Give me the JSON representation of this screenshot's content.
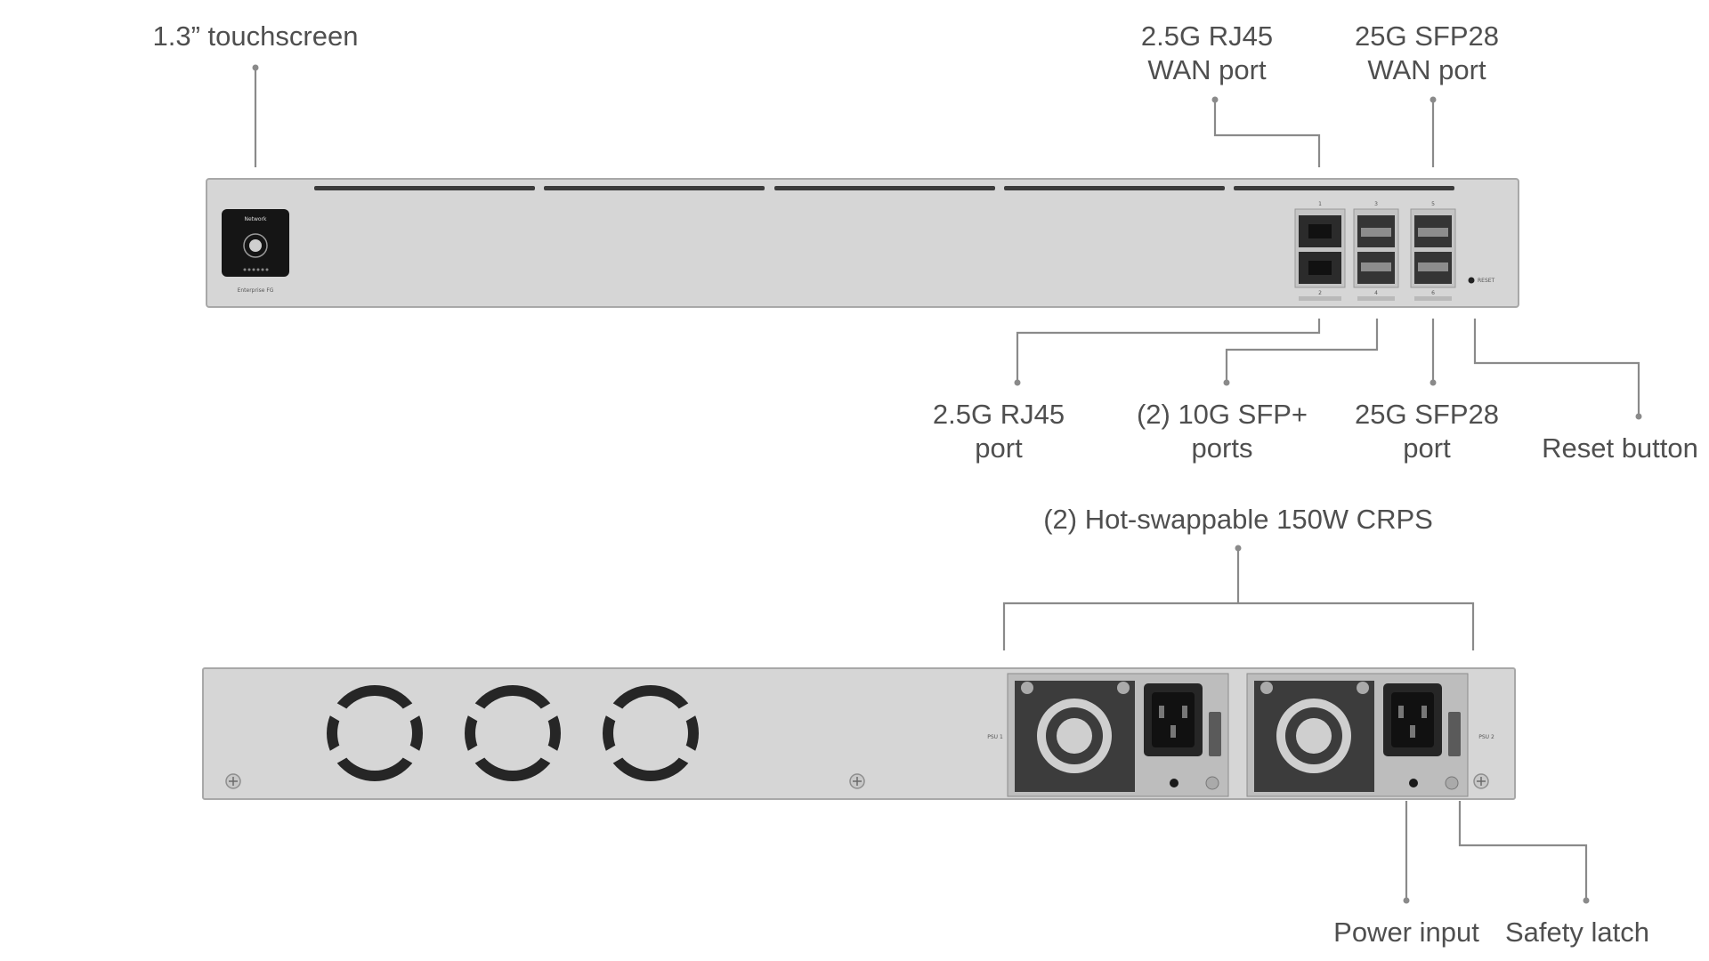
{
  "callouts": {
    "touchscreen": "1.3” touchscreen",
    "rj45_wan_line1": "2.5G RJ45",
    "rj45_wan_line2": "WAN port",
    "sfp28_wan_line1": "25G SFP28",
    "sfp28_wan_line2": "WAN port",
    "rj45_port_line1": "2.5G RJ45",
    "rj45_port_line2": "port",
    "sfp_plus_line1": "(2) 10G SFP+",
    "sfp_plus_line2": "ports",
    "sfp28_port_line1": "25G SFP28",
    "sfp28_port_line2": "port",
    "reset_button": "Reset button",
    "crps": "(2) Hot-swappable 150W CRPS",
    "power_input": "Power input",
    "safety_latch": "Safety latch"
  },
  "front_panel": {
    "screen_title": "Network",
    "brand_label": "Enterprise FG",
    "reset_label": "RESET",
    "port_numbers": [
      "1",
      "2",
      "3",
      "4",
      "5",
      "6"
    ]
  },
  "rear_panel": {
    "psu_labels": [
      "PSU 1",
      "PSU 2"
    ]
  },
  "colors": {
    "chassis": "#d6d6d6",
    "leader_line": "#8a8a8a",
    "label_text": "#4f4f4f",
    "port_dark": "#2b2b2b"
  }
}
